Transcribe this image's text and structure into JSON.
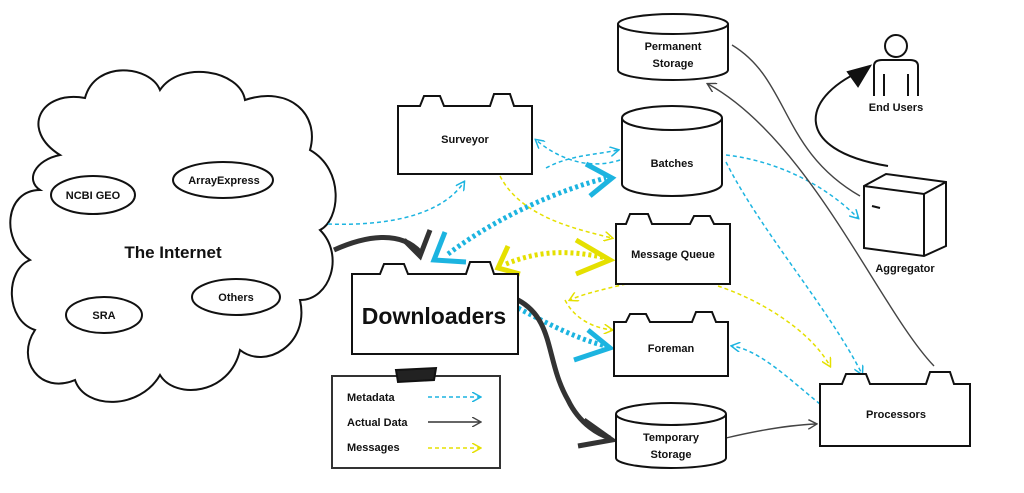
{
  "internet": {
    "title": "The Internet",
    "sources": [
      "NCBI GEO",
      "ArrayExpress",
      "SRA",
      "Others"
    ]
  },
  "nodes": {
    "surveyor": "Surveyor",
    "downloaders": "Downloaders",
    "permanent_storage": [
      "Permanent",
      "Storage"
    ],
    "batches": "Batches",
    "message_queue": "Message Queue",
    "foreman": "Foreman",
    "temporary_storage": [
      "Temporary",
      "Storage"
    ],
    "processors": "Processors",
    "aggregator": "Aggregator",
    "end_users": "End Users"
  },
  "legend": {
    "items": [
      {
        "label": "Metadata",
        "color": "#1cb4e0"
      },
      {
        "label": "Actual Data",
        "color": "#333333"
      },
      {
        "label": "Messages",
        "color": "#e5e000"
      }
    ]
  },
  "colors": {
    "metadata": "#1cb4e0",
    "data": "#333333",
    "messages": "#e5e000",
    "outline": "#111111"
  }
}
